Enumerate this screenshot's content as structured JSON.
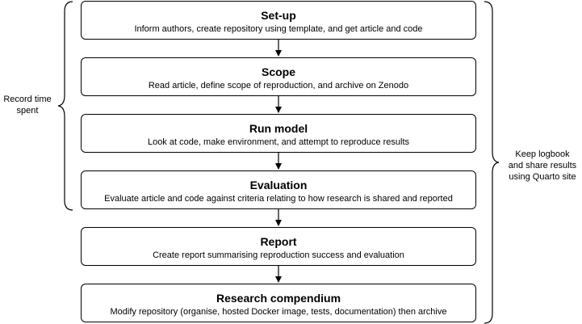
{
  "steps": [
    {
      "title": "Set-up",
      "description": "Inform authors, create repository using template, and get article and code"
    },
    {
      "title": "Scope",
      "description": "Read article, define scope of reproduction, and archive on Zenodo"
    },
    {
      "title": "Run model",
      "description": "Look at code, make environment, and attempt to reproduce results"
    },
    {
      "title": "Evaluation",
      "description": "Evaluate article and code against criteria relating to how research is shared and reported"
    },
    {
      "title": "Report",
      "description": "Create report summarising reproduction success and evaluation"
    },
    {
      "title": "Research compendium",
      "description": "Modify repository (organise, hosted Docker image, tests, documentation) then archive"
    }
  ],
  "left_brace": {
    "label_line1": "Record time",
    "label_line2": "spent"
  },
  "right_brace": {
    "label_line1": "Keep logbook",
    "label_line2": "and share results",
    "label_line3": "using Quarto site"
  },
  "colors": {
    "stroke": "#000000",
    "background": "#ffffff"
  }
}
